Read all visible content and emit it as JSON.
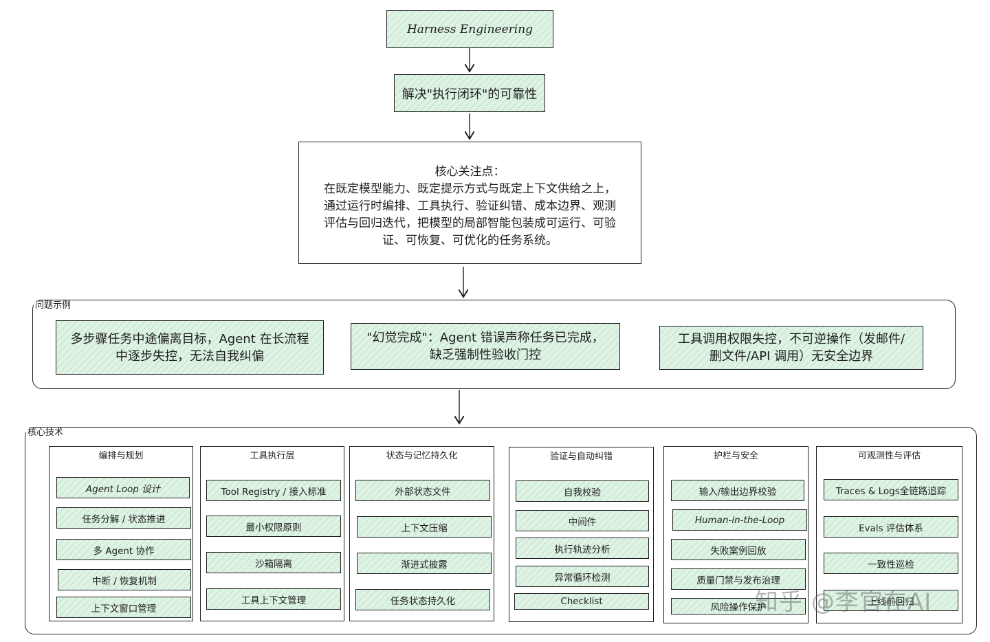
{
  "title": "Harness Engineering",
  "goal": "解决\"执行闭环\"的可靠性",
  "focus": {
    "heading": "核心关注点：",
    "lines": [
      "在既定模型能力、既定提示方式与既定上下文供给之上，",
      "通过运行时编排、工具执行、验证纠错、成本边界、观测",
      "评估与回归迭代，把模型的局部智能包装成可运行、可验",
      "证、可恢复、可优化的任务系统。"
    ]
  },
  "problems": {
    "label": "问题示例",
    "items": [
      {
        "line1": "多步骤任务中途偏离目标，Agent 在长流程",
        "line2": "中逐步失控，无法自我纠偏"
      },
      {
        "line1": "\"幻觉完成\"：Agent 错误声称任务已完成，",
        "line2": "缺乏强制性验收门控"
      },
      {
        "line1": "工具调用权限失控，不可逆操作（发邮件/",
        "line2": "删文件/API 调用）无安全边界"
      }
    ]
  },
  "techniques": {
    "label": "核心技术",
    "columns": [
      {
        "title": "编排与规划",
        "items": [
          "Agent Loop 设计",
          "任务分解 / 状态推进",
          "多 Agent 协作",
          "中断 / 恢复机制",
          "上下文窗口管理"
        ]
      },
      {
        "title": "工具执行层",
        "items": [
          "Tool Registry / 接入标准",
          "最小权限原则",
          "沙箱隔离",
          "工具上下文管理"
        ]
      },
      {
        "title": "状态与记忆持久化",
        "items": [
          "外部状态文件",
          "上下文压缩",
          "渐进式披露",
          "任务状态持久化"
        ]
      },
      {
        "title": "验证与自动纠错",
        "items": [
          "自我校验",
          "中间件",
          "执行轨迹分析",
          "异常循环检测",
          "Checklist"
        ]
      },
      {
        "title": "护栏与安全",
        "items": [
          "输入/输出边界校验",
          "Human-in-the-Loop",
          "失败案例回放",
          "质量门禁与发布治理",
          "风险操作保护"
        ]
      },
      {
        "title": "可观测性与评估",
        "items": [
          "Traces & Logs全链路追踪",
          "Evals 评估体系",
          "一致性巡检",
          "上线前回归"
        ]
      }
    ]
  },
  "watermark": "知乎 @李官在AI",
  "colors": {
    "fill_green": "#dff3e4",
    "stroke": "#1e1e1e"
  }
}
